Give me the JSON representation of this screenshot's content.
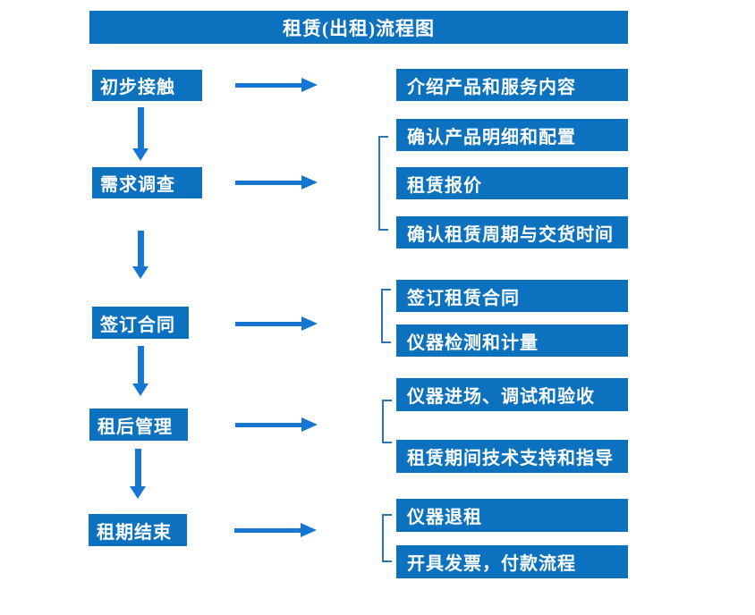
{
  "title": "租赁(出租)流程图",
  "colors": {
    "box_blue": "#0C71BE",
    "arrow_blue": "#1577D2",
    "bracket_blue": "#2E74B5",
    "text_white": "#FFFFFF"
  },
  "steps": [
    {
      "label": "初步接触",
      "details": [
        "介绍产品和服务内容"
      ]
    },
    {
      "label": "需求调查",
      "details": [
        "确认产品明细和配置",
        "租赁报价",
        "确认租赁周期与交货时间"
      ]
    },
    {
      "label": "签订合同",
      "details": [
        "签订租赁合同",
        "仪器检测和计量"
      ]
    },
    {
      "label": "租后管理",
      "details": [
        "仪器进场、调试和验收",
        "租赁期间技术支持和指导"
      ]
    },
    {
      "label": "租期结束",
      "details": [
        "仪器退租",
        "开具发票，付款流程"
      ]
    }
  ]
}
